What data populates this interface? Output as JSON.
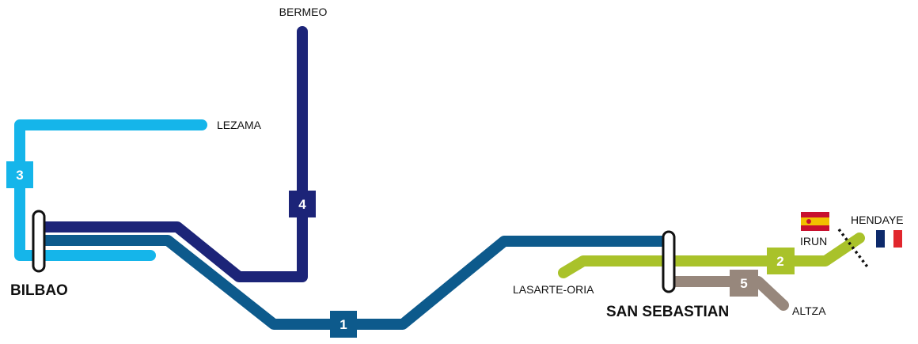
{
  "colors": {
    "line1": "#0d5a8c",
    "line2": "#a9c22a",
    "line3": "#15b5ea",
    "line4": "#1c2478",
    "line5": "#97877c",
    "border": "#111111",
    "flag_es_red": "#c8102e",
    "flag_es_yellow": "#f1bf00",
    "flag_fr_blue": "#0d2a6b",
    "flag_fr_red": "#e1262d"
  },
  "lines": [
    {
      "id": "1",
      "badge": "1",
      "color_key": "line1"
    },
    {
      "id": "2",
      "badge": "2",
      "color_key": "line2"
    },
    {
      "id": "3",
      "badge": "3",
      "color_key": "line3"
    },
    {
      "id": "4",
      "badge": "4",
      "color_key": "line4"
    },
    {
      "id": "5",
      "badge": "5",
      "color_key": "line5"
    }
  ],
  "stations": {
    "bermeo": "BERMEO",
    "lezama": "LEZAMA",
    "bilbao": "BILBAO",
    "lasarte_oria": "LASARTE-ORIA",
    "san_sebastian": "SAN SEBASTIAN",
    "altza": "ALTZA",
    "irun": "IRUN",
    "hendaye": "HENDAYE"
  },
  "icons": {
    "spain": "spain-flag-icon",
    "france": "france-flag-icon"
  }
}
